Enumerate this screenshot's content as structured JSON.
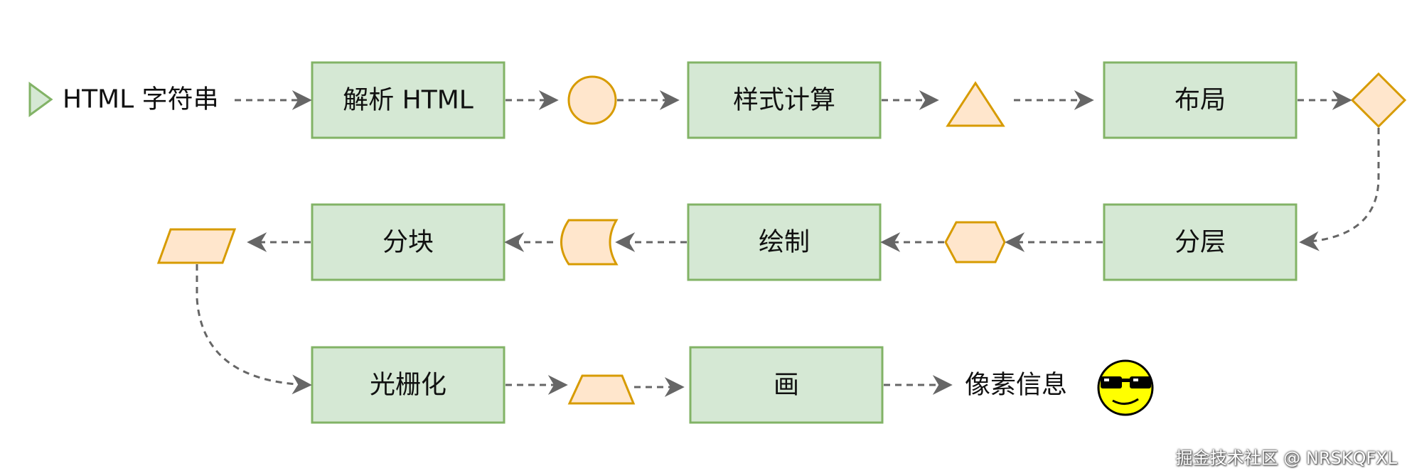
{
  "diagram": {
    "start_label": "HTML  字符串",
    "end_label": "像素信息",
    "steps": {
      "parse": "解析 HTML",
      "style": "样式计算",
      "layout": "布局",
      "layer": "分层",
      "paint": "绘制",
      "tiles": "分块",
      "raster": "光栅化",
      "draw": "画"
    },
    "icons": {
      "start": "play-triangle-icon",
      "end": "cool-smiley-sunglasses-icon"
    },
    "colors": {
      "box_fill": "#d5e8d4",
      "box_stroke": "#82b366",
      "shape_fill": "#ffe6cc",
      "shape_stroke": "#d79b00",
      "edge": "#666666"
    }
  },
  "watermark": "掘金技术社区 @ NRSKQFXL"
}
